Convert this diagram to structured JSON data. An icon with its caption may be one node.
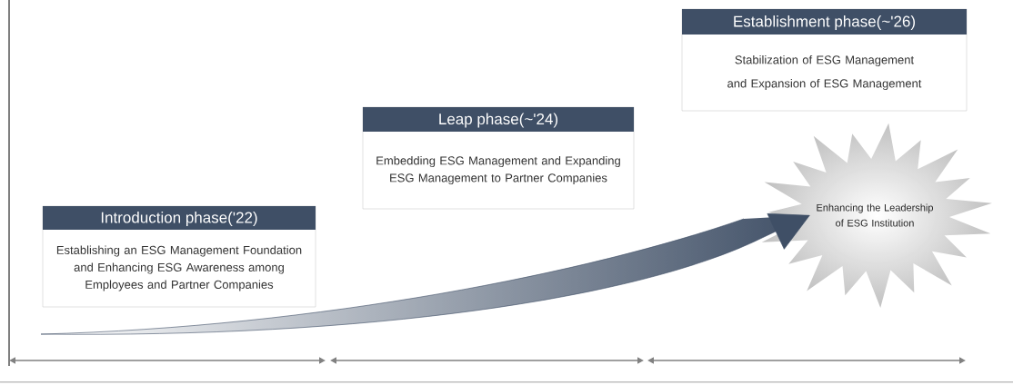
{
  "diagram": {
    "nodes": [
      {
        "text": [
          "Introduction phase('22)",
          "Establishing an ESG Management Foundation and Enhancing ESG Awareness among Employees and Partner Companies"
        ]
      },
      {
        "text": [
          "Leap phase(~'24)",
          "Embedding ESG Management and Expanding ESG Management to Partner Companies"
        ]
      },
      {
        "text": [
          "Establishment phase(~'26)",
          "Stabilization of ESG Management and Expansion of ESG Management"
        ]
      },
      {
        "text": [
          "Enhancing the Leadership of ESG Institution"
        ]
      }
    ],
    "edges": [
      {
        "from": null,
        "to": 3,
        "arrow": "to"
      }
    ]
  }
}
